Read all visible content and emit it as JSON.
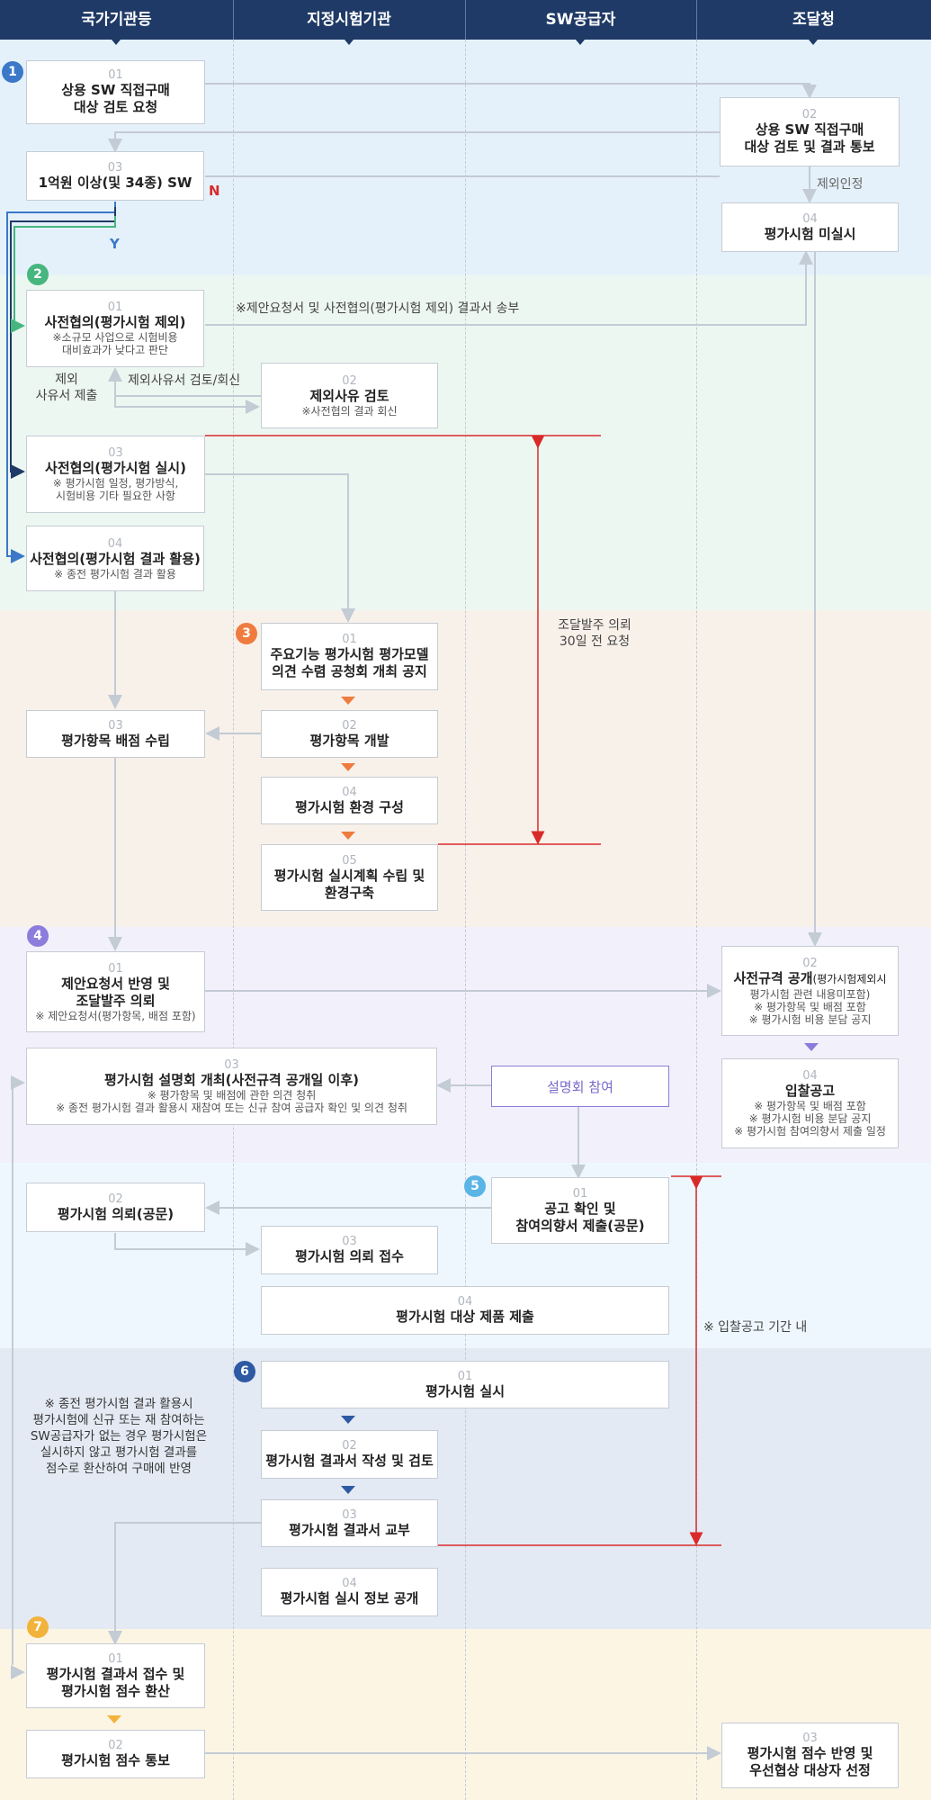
{
  "columns": [
    "국가기관등",
    "지정시험기관",
    "SW공급자",
    "조달청"
  ],
  "colors": {
    "header": "#1f3a66",
    "step1": "#3b78c8",
    "step2": "#46b67e",
    "step3": "#ef7b3f",
    "step4": "#8c7ddd",
    "step5": "#5ab4e6",
    "step6": "#2d5aa3",
    "step7": "#f2b33d",
    "red_line": "#d92a2a"
  },
  "badges": [
    "1",
    "2",
    "3",
    "4",
    "5",
    "6",
    "7"
  ],
  "boxes": {
    "s1_01": {
      "num": "01",
      "title": "상용 SW 직접구매\n대상 검토 요청"
    },
    "s1_02": {
      "num": "02",
      "title": "상용 SW 직접구매\n대상 검토 및 결과 통보"
    },
    "s1_03": {
      "num": "03",
      "title": "1억원 이상(및 34종) SW"
    },
    "s1_04": {
      "num": "04",
      "title": "평가시험 미실시"
    },
    "s2_01": {
      "num": "01",
      "title": "사전협의(평가시험 제외)",
      "note": "※소규모 사업으로 시험비용\n대비효과가 낮다고 판단"
    },
    "s2_02": {
      "num": "02",
      "title": "제외사유 검토",
      "note": "※사전협의 결과 회신"
    },
    "s2_03": {
      "num": "03",
      "title": "사전협의(평가시험 실시)",
      "note": "※ 평가시험 일정, 평가방식,\n시험비용 기타 필요한 사항"
    },
    "s2_04": {
      "num": "04",
      "title": "사전협의(평가시험 결과 활용)",
      "note": "※ 종전 평가시험 결과 활용"
    },
    "s3_01": {
      "num": "01",
      "title": "주요기능 평가시험 평가모델\n의견 수렴 공청회 개최 공지"
    },
    "s3_02": {
      "num": "02",
      "title": "평가항목 개발"
    },
    "s3_03": {
      "num": "03",
      "title": "평가항목 배점 수립"
    },
    "s3_04": {
      "num": "04",
      "title": "평가시험 환경 구성"
    },
    "s3_05": {
      "num": "05",
      "title": "평가시험 실시계획 수립 및\n환경구축"
    },
    "s4_01": {
      "num": "01",
      "title": "제안요청서 반영 및\n조달발주 의뢰",
      "note": "※ 제안요청서(평가항목, 배점 포함)"
    },
    "s4_02": {
      "num": "02",
      "title": "사전규격 공개",
      "title_small": "(평가시험제외시",
      "note": "평가시험 관련 내용미포함)\n※ 평가항목 및 배점 포함\n※ 평가시험 비용 분담 공지"
    },
    "s4_03": {
      "num": "03",
      "title": "평가시험 설명회 개최(사전규격 공개일 이후)",
      "note": "※ 평가항목 및 배점에 관한 의견 청취\n※ 종전 평가시험 결과 활용시 재참여 또는 신규 참여 공급자 확인 및 의견 청취"
    },
    "s4_04": {
      "num": "04",
      "title": "입찰공고",
      "note": "※ 평가항목 및 배점 포함\n※ 평가시험 비용 분담 공지\n※ 평가시험 참여의향서 제출 일정"
    },
    "s4_join": {
      "title": "설명회 참여"
    },
    "s5_01": {
      "num": "01",
      "title": "공고 확인 및\n참여의향서 제출(공문)"
    },
    "s5_02": {
      "num": "02",
      "title": "평가시험 의뢰(공문)"
    },
    "s5_03": {
      "num": "03",
      "title": "평가시험 의뢰 접수"
    },
    "s5_04": {
      "num": "04",
      "title": "평가시험 대상 제품 제출"
    },
    "s6_01": {
      "num": "01",
      "title": "평가시험 실시"
    },
    "s6_02": {
      "num": "02",
      "title": "평가시험 결과서 작성 및 검토"
    },
    "s6_03": {
      "num": "03",
      "title": "평가시험 결과서 교부"
    },
    "s6_04": {
      "num": "04",
      "title": "평가시험 실시 정보 공개"
    },
    "s7_01": {
      "num": "01",
      "title": "평가시험 결과서 접수 및\n평가시험 점수 환산"
    },
    "s7_02": {
      "num": "02",
      "title": "평가시험 점수 통보"
    },
    "s7_03": {
      "num": "03",
      "title": "평가시험 점수 반영 및\n우선협상 대상자 선정"
    }
  },
  "labels": {
    "n": "N",
    "y": "Y",
    "excluded": "제외인정",
    "send_result": "※제안요청서 및 사전협의(평가시험 제외) 결과서 송부",
    "submit_reason": "제외\n사유서 제출",
    "reason_review": "제외사유서 검토/회신",
    "request_30days": "조달발주 의뢰\n30일 전 요청",
    "bid_period": "※ 입찰공고 기간 내",
    "s6_note": "※ 종전 평가시험 결과 활용시\n평가시험에 신규 또는 재 참여하는\nSW공급자가 없는 경우 평가시험은\n실시하지 않고 평가시험 결과를\n점수로 환산하여 구매에 반영"
  }
}
